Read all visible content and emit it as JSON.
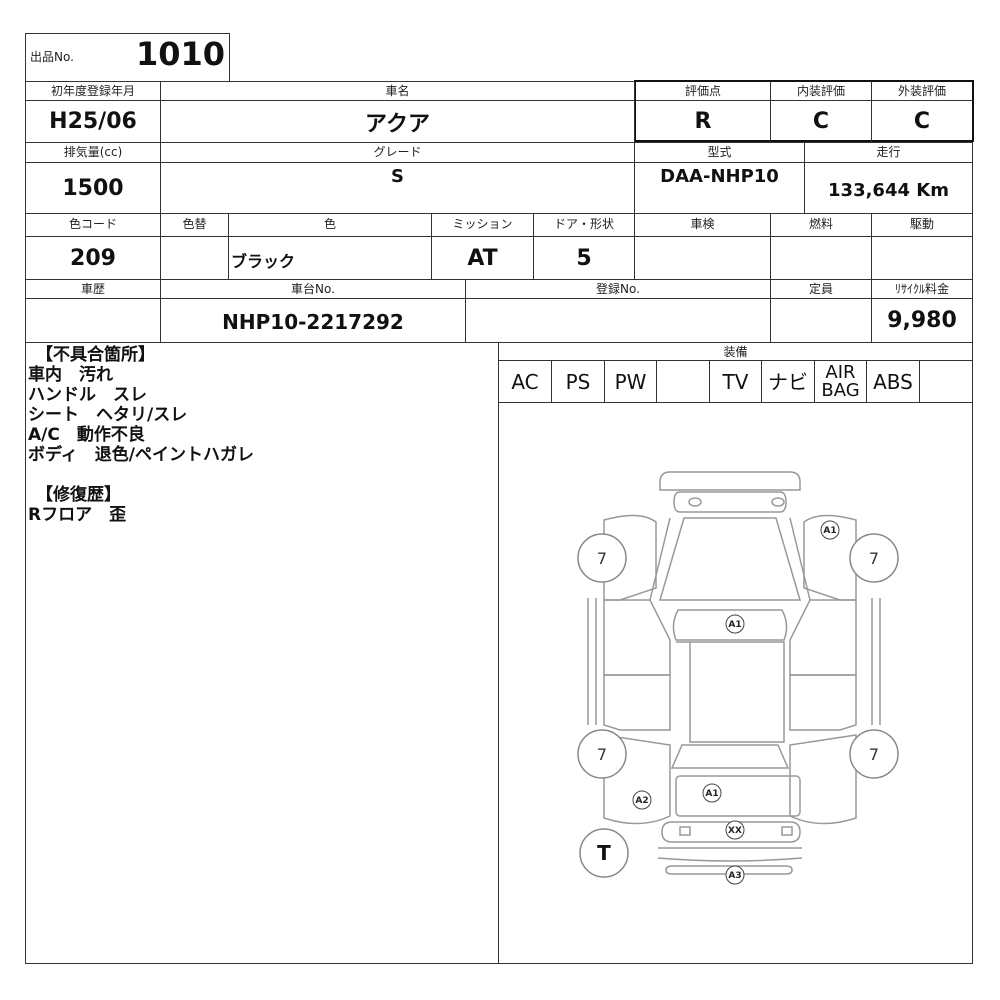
{
  "lot": {
    "label": "出品No.",
    "number": "1010"
  },
  "row1": {
    "reg_label": "初年度登録年月",
    "reg_value": "H25/06",
    "name_label": "車名",
    "name_value": "アクア",
    "score_label": "評価点",
    "score_value": "R",
    "interior_label": "内装評価",
    "interior_value": "C",
    "exterior_label": "外装評価",
    "exterior_value": "C"
  },
  "row2": {
    "disp_label": "排気量(cc)",
    "disp_value": "1500",
    "grade_label": "グレード",
    "grade_value": "S",
    "model_label": "型式",
    "model_value": "DAA-NHP10",
    "mileage_label": "走行",
    "mileage_value": "133,644 Km"
  },
  "row3": {
    "colorcode_label": "色コード",
    "colorcode_value": "209",
    "colorchange_label": "色替",
    "colorchange_value": "",
    "color_label": "色",
    "color_value": "ブラック",
    "mission_label": "ミッション",
    "mission_value": "AT",
    "door_label": "ドア・形状",
    "door_value": "5",
    "inspection_label": "車検",
    "inspection_value": "",
    "fuel_label": "燃料",
    "fuel_value": "",
    "drive_label": "駆動",
    "drive_value": ""
  },
  "row4": {
    "history_label": "車歴",
    "history_value": "",
    "chassis_label": "車台No.",
    "chassis_value": "NHP10-2217292",
    "plate_label": "登録No.",
    "plate_value": "",
    "capacity_label": "定員",
    "capacity_value": "",
    "recycle_label": "ﾘｻｲｸﾙ料金",
    "recycle_value": "9,980"
  },
  "notes": {
    "defects_heading": "【不具合箇所】",
    "defects": [
      "車内　汚れ",
      "ハンドル　スレ",
      "シート　ヘタリ/スレ",
      "A/C　動作不良",
      "ボディ　退色/ペイントハガレ"
    ],
    "repair_heading": "【修復歴】",
    "repairs": [
      "Rフロア　歪"
    ]
  },
  "equipment": {
    "label": "装備",
    "items": [
      "AC",
      "PS",
      "PW",
      "",
      "TV",
      "ナビ",
      "AIR\nBAG",
      "ABS",
      ""
    ]
  },
  "diagram": {
    "tire_fl": "7",
    "tire_fr": "7",
    "tire_rl": "7",
    "tire_rr": "7",
    "spare": "T",
    "marks": [
      "A1",
      "A1",
      "A2",
      "A1",
      "XX",
      "A3"
    ]
  }
}
